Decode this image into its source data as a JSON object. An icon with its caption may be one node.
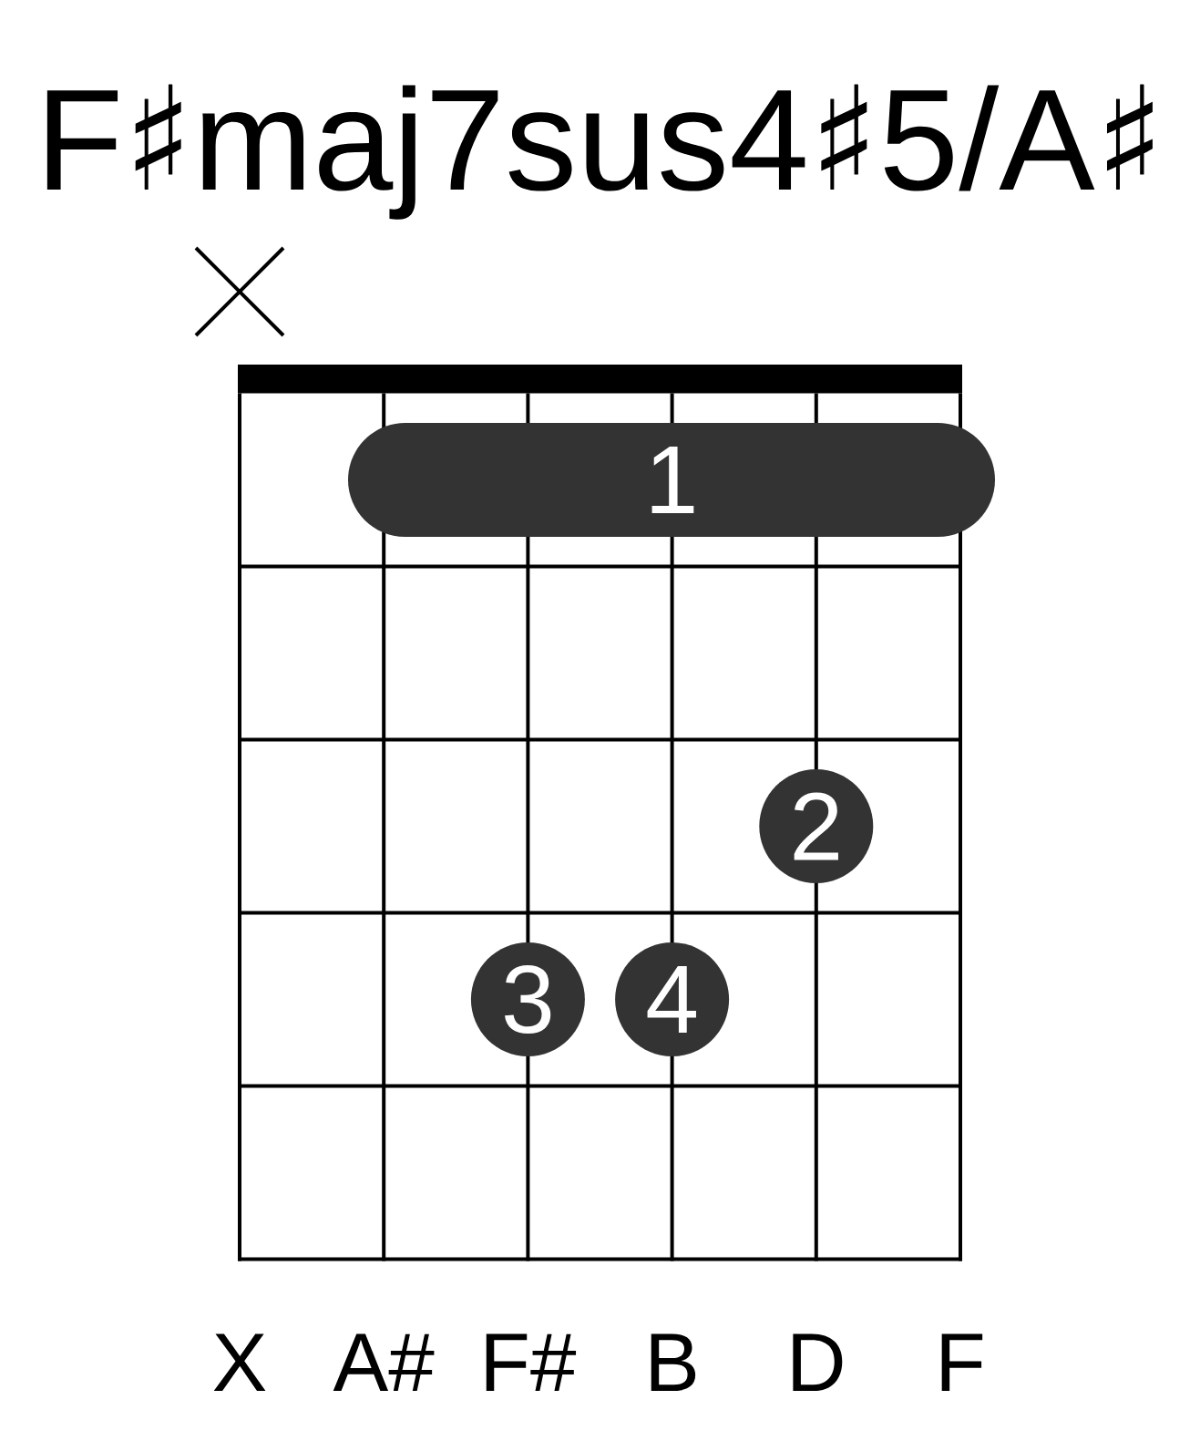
{
  "diagram": {
    "title": "F♯maj7sus4♯5/A♯",
    "nodes": [
      {
        "text": [
          "1"
        ]
      },
      {
        "text": [
          "2"
        ]
      },
      {
        "text": [
          "3"
        ]
      },
      {
        "text": [
          "4"
        ]
      }
    ],
    "labels": [
      "X",
      "A#",
      "F#",
      "B",
      "D",
      "F"
    ]
  }
}
